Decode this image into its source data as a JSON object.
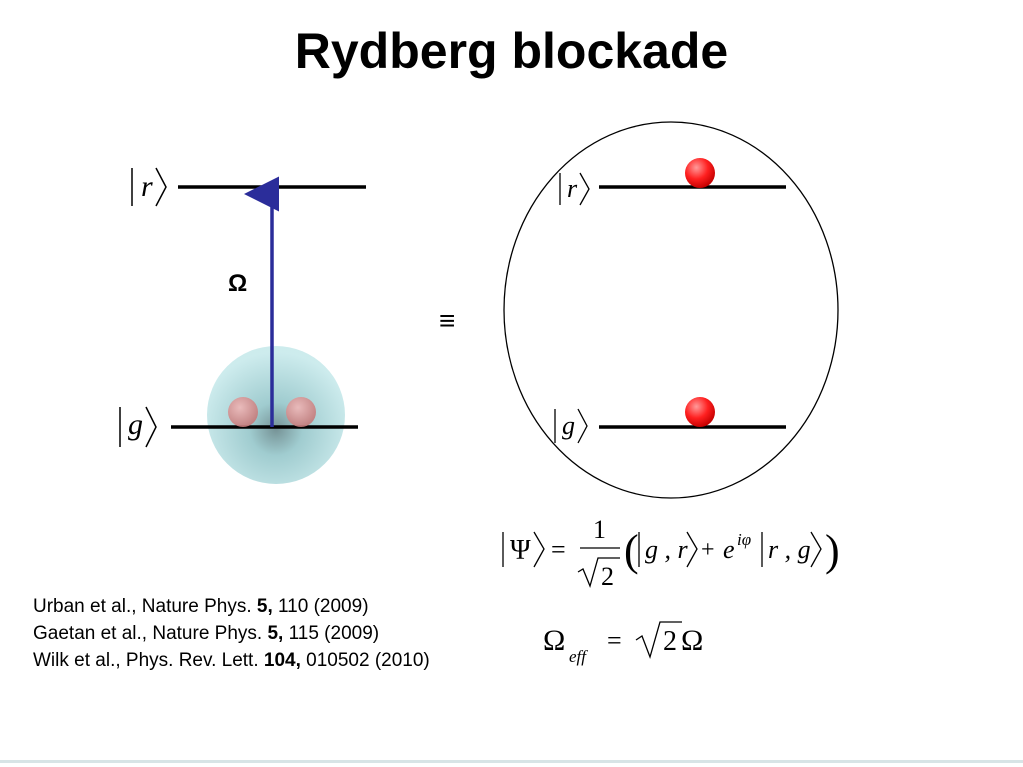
{
  "slide": {
    "title": "Rydberg blockade"
  },
  "left_diagram": {
    "upper_level_label": "r",
    "lower_level_label": "g",
    "rabi_label": "Ω",
    "colors": {
      "transition_arrow": "#2b2d9a",
      "blockade_sphere": "#a8dadd",
      "atom": "#d98d8d"
    }
  },
  "equivalence_symbol": "≡",
  "right_diagram": {
    "upper_level_label": "r",
    "lower_level_label": "g",
    "colors": {
      "atom": "#ff2a2a"
    }
  },
  "state_equation": {
    "lhs": "Ψ",
    "equals": "=",
    "fraction_numerator": "1",
    "fraction_denominator": "2",
    "term1": "g , r",
    "plus": "+",
    "phase_base": "e",
    "phase_exponent": "iφ",
    "term2": "r , g"
  },
  "effective_rabi": {
    "symbol": "Ω",
    "subscript": "eff",
    "equals": "=",
    "radicand": "2",
    "rhs_symbol": "Ω"
  },
  "references": [
    {
      "authors": "Urban et al., Nature Phys. ",
      "volume": "5,",
      "rest": " 110 (2009)"
    },
    {
      "authors": "Gaetan et al., Nature Phys. ",
      "volume": "5,",
      "rest": " 115 (2009)"
    },
    {
      "authors": "Wilk et al., Phys. Rev. Lett. ",
      "volume": "104,",
      "rest": " 010502 (2010)"
    }
  ]
}
